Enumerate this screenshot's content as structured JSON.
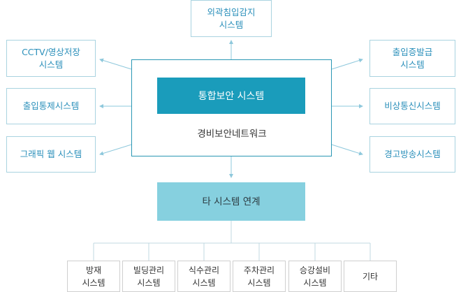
{
  "diagram": {
    "top": "외곽침입감지\n시스템",
    "left": [
      "CCTV/영상저장\n시스템",
      "출입통제시스템",
      "그래픽 웹 시스템"
    ],
    "right": [
      "출입증발급\n시스템",
      "비상통신시스템",
      "경고방송시스템"
    ],
    "core_title": "통합보안 시스템",
    "core_subtitle": "경비보안네트워크",
    "link_title": "타 시스템 연계",
    "others": [
      "방재\n시스템",
      "빌딩관리\n시스템",
      "식수관리\n시스템",
      "주차관리\n시스템",
      "승강설비\n시스템",
      "기타"
    ]
  },
  "colors": {
    "core_fill": "#1a9cbb",
    "link_fill": "#86d0df",
    "sub_text": "#2a8fba",
    "arrow": "#8ec8dc",
    "other_line": "#c0d8e0"
  }
}
